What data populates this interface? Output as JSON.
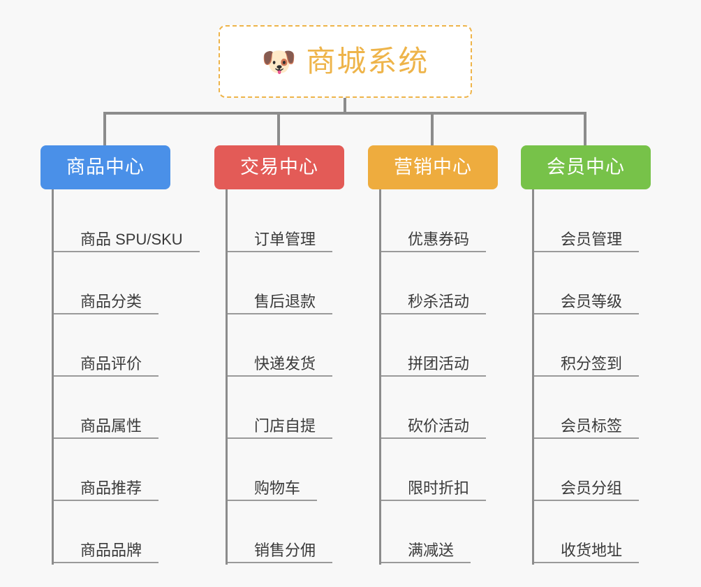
{
  "page": {
    "background_color": "#f8f8f8",
    "line_color": "#8c8c8c",
    "leaf_text_color": "#3a3a3a",
    "leaf_underline_color": "#9a9a9a"
  },
  "root": {
    "icon": "dog-face-emoji",
    "icon_glyph": "🐶",
    "title": "商城系统",
    "accent_color": "#eeb44a",
    "border_style": "dashed",
    "background_color": "#ffffff"
  },
  "branches": [
    {
      "id": "product-center",
      "label": "商品中心",
      "color": "#4a90e8",
      "items": [
        {
          "label": "商品 SPU/SKU"
        },
        {
          "label": "商品分类"
        },
        {
          "label": "商品评价"
        },
        {
          "label": "商品属性"
        },
        {
          "label": "商品推荐"
        },
        {
          "label": "商品品牌"
        }
      ]
    },
    {
      "id": "trade-center",
      "label": "交易中心",
      "color": "#e35b57",
      "items": [
        {
          "label": "订单管理"
        },
        {
          "label": "售后退款"
        },
        {
          "label": "快递发货"
        },
        {
          "label": "门店自提"
        },
        {
          "label": "购物车"
        },
        {
          "label": "销售分佣"
        }
      ]
    },
    {
      "id": "marketing-center",
      "label": "营销中心",
      "color": "#eeac3e",
      "items": [
        {
          "label": "优惠券码"
        },
        {
          "label": "秒杀活动"
        },
        {
          "label": "拼团活动"
        },
        {
          "label": "砍价活动"
        },
        {
          "label": "限时折扣"
        },
        {
          "label": "满减送"
        }
      ]
    },
    {
      "id": "member-center",
      "label": "会员中心",
      "color": "#77c249",
      "items": [
        {
          "label": "会员管理"
        },
        {
          "label": "会员等级"
        },
        {
          "label": "积分签到"
        },
        {
          "label": "会员标签"
        },
        {
          "label": "会员分组"
        },
        {
          "label": "收货地址"
        }
      ]
    }
  ]
}
